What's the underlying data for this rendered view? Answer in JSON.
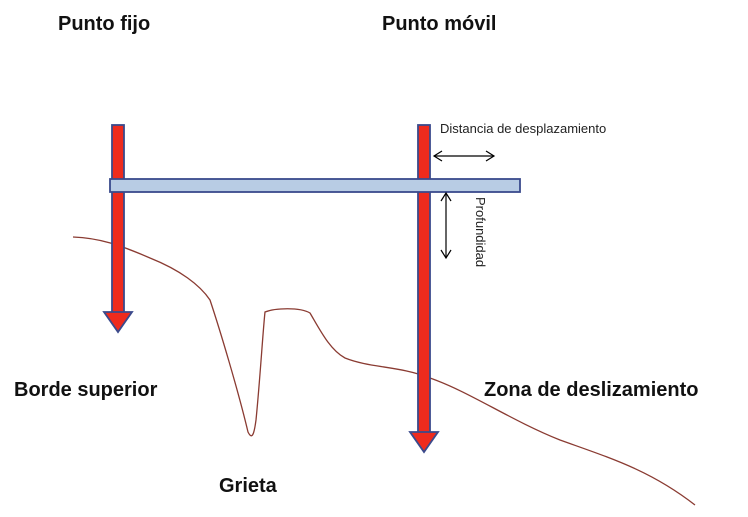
{
  "labels": {
    "fixed_point": "Punto fijo",
    "mobile_point": "Punto móvil",
    "displacement_distance": "Distancia de desplazamiento",
    "depth": "Profundidad",
    "upper_edge": "Borde superior",
    "sliding_zone": "Zona de deslizamiento",
    "crack": "Grieta"
  },
  "colors": {
    "stake_fill": "#ee2b1d",
    "stake_outline": "#3a4a8c",
    "beam_fill": "#b8cce4",
    "beam_outline": "#3a4a8c",
    "ground_line": "#8a3b32",
    "arrow": "#000000"
  }
}
